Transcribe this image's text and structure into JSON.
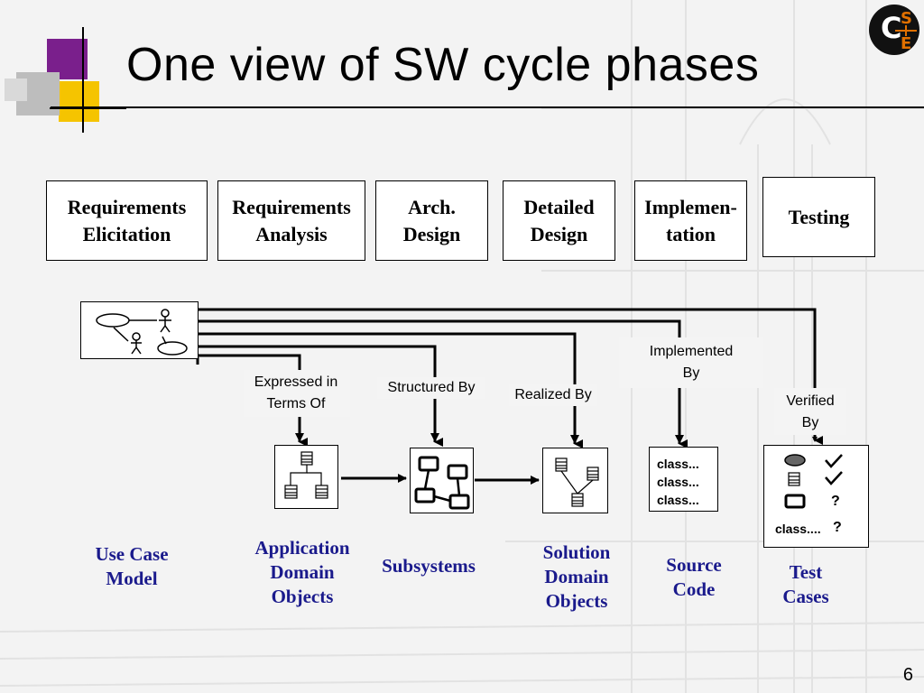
{
  "title": "One view of SW cycle phases",
  "page_number": "6",
  "phases": [
    {
      "label": "Requirements\nElicitation"
    },
    {
      "label": "Requirements\nAnalysis"
    },
    {
      "label": "Arch.\nDesign"
    },
    {
      "label": "Detailed\nDesign"
    },
    {
      "label": "Implemen-\ntation"
    },
    {
      "label": "Testing"
    }
  ],
  "edge_labels": {
    "expressed": "Expressed in\nTerms Of",
    "structured": "Structured By",
    "realized": "Realized By",
    "implemented": "Implemented\nBy",
    "verified": "Verified\nBy"
  },
  "models": {
    "use_case": "Use Case\nModel",
    "app_domain": "Application\nDomain\nObjects",
    "subsystems": "Subsystems",
    "solution_domain": "Solution\nDomain\nObjects",
    "source_code": "Source\nCode",
    "test_cases": "Test\nCases"
  },
  "source_code_lines": [
    "class...",
    "class...",
    "class..."
  ],
  "test_case_items": {
    "class_line": "class....",
    "question1": "?",
    "question2": "?"
  },
  "colors": {
    "model_label": "#1a1a8c",
    "accent_purple": "#7a1f8c",
    "accent_yellow": "#f5c400"
  },
  "icons": [
    "use-case-icon",
    "class-diagram-icon",
    "subsystem-icon",
    "checkmark-icon",
    "cse-logo-icon"
  ]
}
